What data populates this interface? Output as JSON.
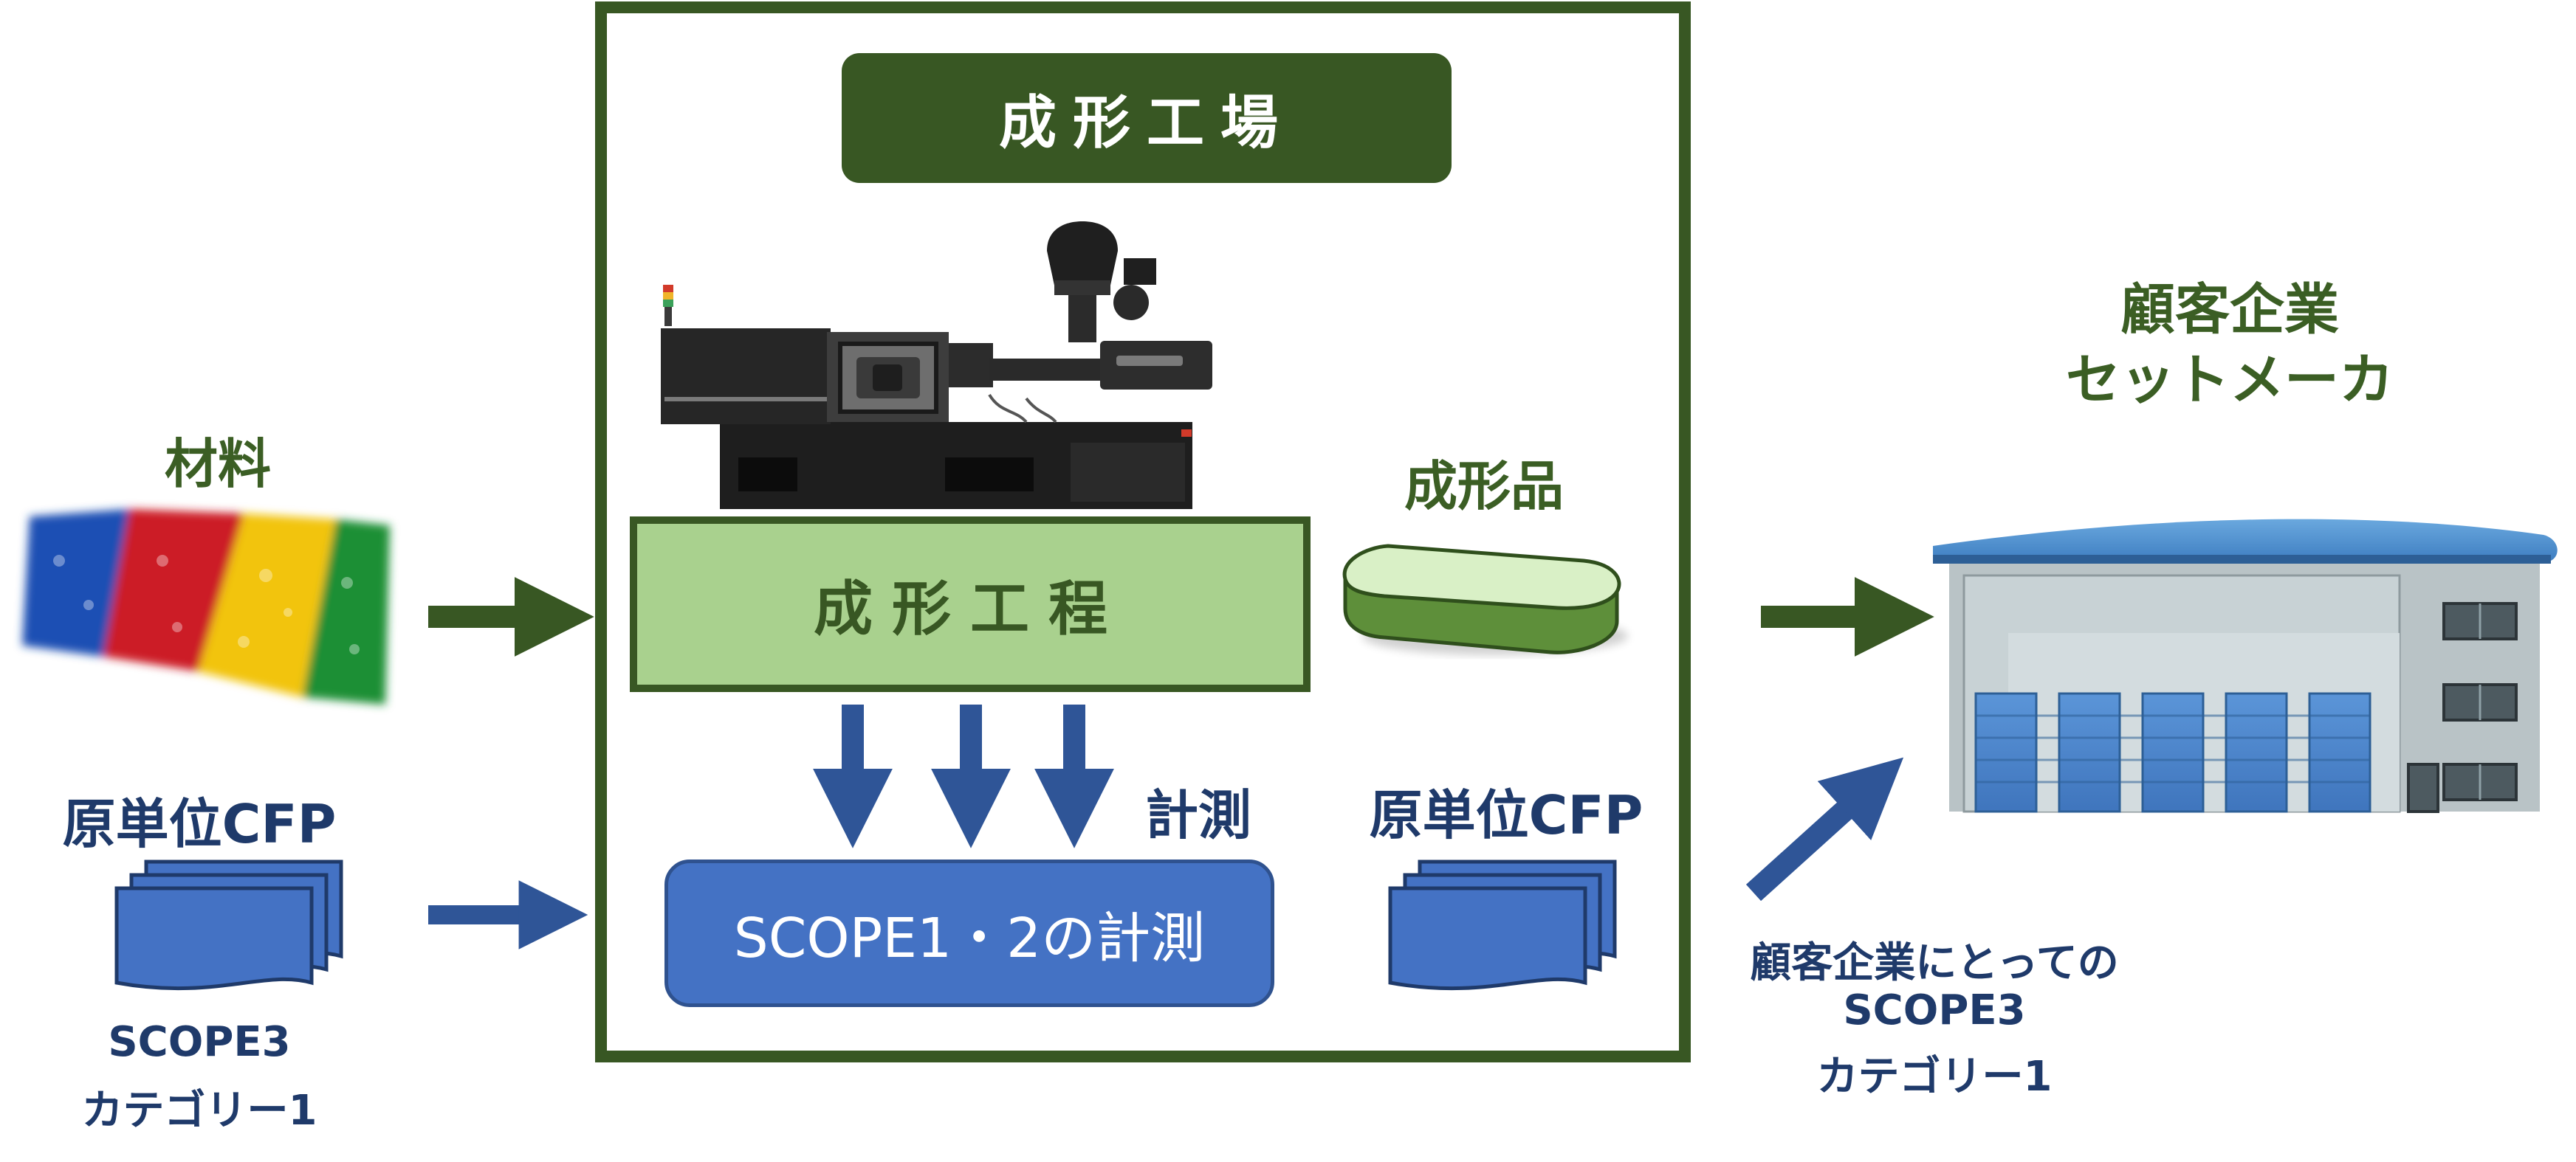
{
  "factory": {
    "title": "成形工場",
    "process": "成形工程",
    "measure_label": "計測",
    "scope12": "SCOPE1・2の計測",
    "product_label": "成形品",
    "cfp_label": "原単位CFP"
  },
  "material": {
    "label": "材料",
    "cfp_label": "原単位CFP",
    "scope_line1": "SCOPE3",
    "scope_line2": "カテゴリー1"
  },
  "customer": {
    "title_line1": "顧客企業",
    "title_line2": "セットメーカ",
    "note_line1": "顧客企業にとっての",
    "note_line2": "SCOPE3",
    "note_line3": "カテゴリー1"
  },
  "colors": {
    "green_dark": "#385723",
    "green_light": "#a9d18e",
    "blue": "#4472c4",
    "navy_text": "#1f3a6a"
  }
}
